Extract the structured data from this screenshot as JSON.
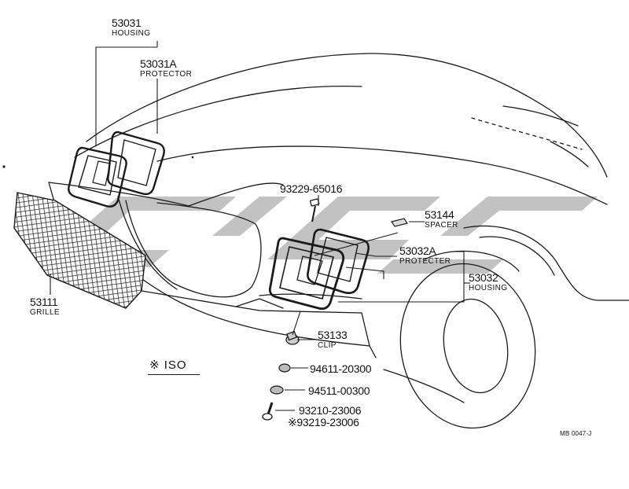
{
  "callouts": {
    "housing_left": {
      "part_no": "53031",
      "name": "HOUSING"
    },
    "protector_left": {
      "part_no": "53031A",
      "name": "PROTECTOR"
    },
    "bolt": {
      "part_no": "93229-65016"
    },
    "spacer": {
      "part_no": "53144",
      "name": "SPACER"
    },
    "protector_right": {
      "part_no": "53032A",
      "name": "PROTECTER"
    },
    "housing_right": {
      "part_no": "53032",
      "name": "HOUSING"
    },
    "grille": {
      "part_no": "53111",
      "name": "GRILLE"
    },
    "clip": {
      "part_no": "53133",
      "name": "CLIP"
    },
    "washer_a": {
      "part_no": "94611-20300"
    },
    "nut": {
      "part_no": "94511-00300"
    },
    "screw_a": {
      "part_no": "93210-23006"
    },
    "screw_b": {
      "part_no": "※93219-23006"
    }
  },
  "legend": {
    "text": "※  ISO"
  },
  "drawing_ref": "MB 0047-J",
  "watermark": {
    "color": "#b4b4b4"
  },
  "line_color": "#1a1a1a"
}
